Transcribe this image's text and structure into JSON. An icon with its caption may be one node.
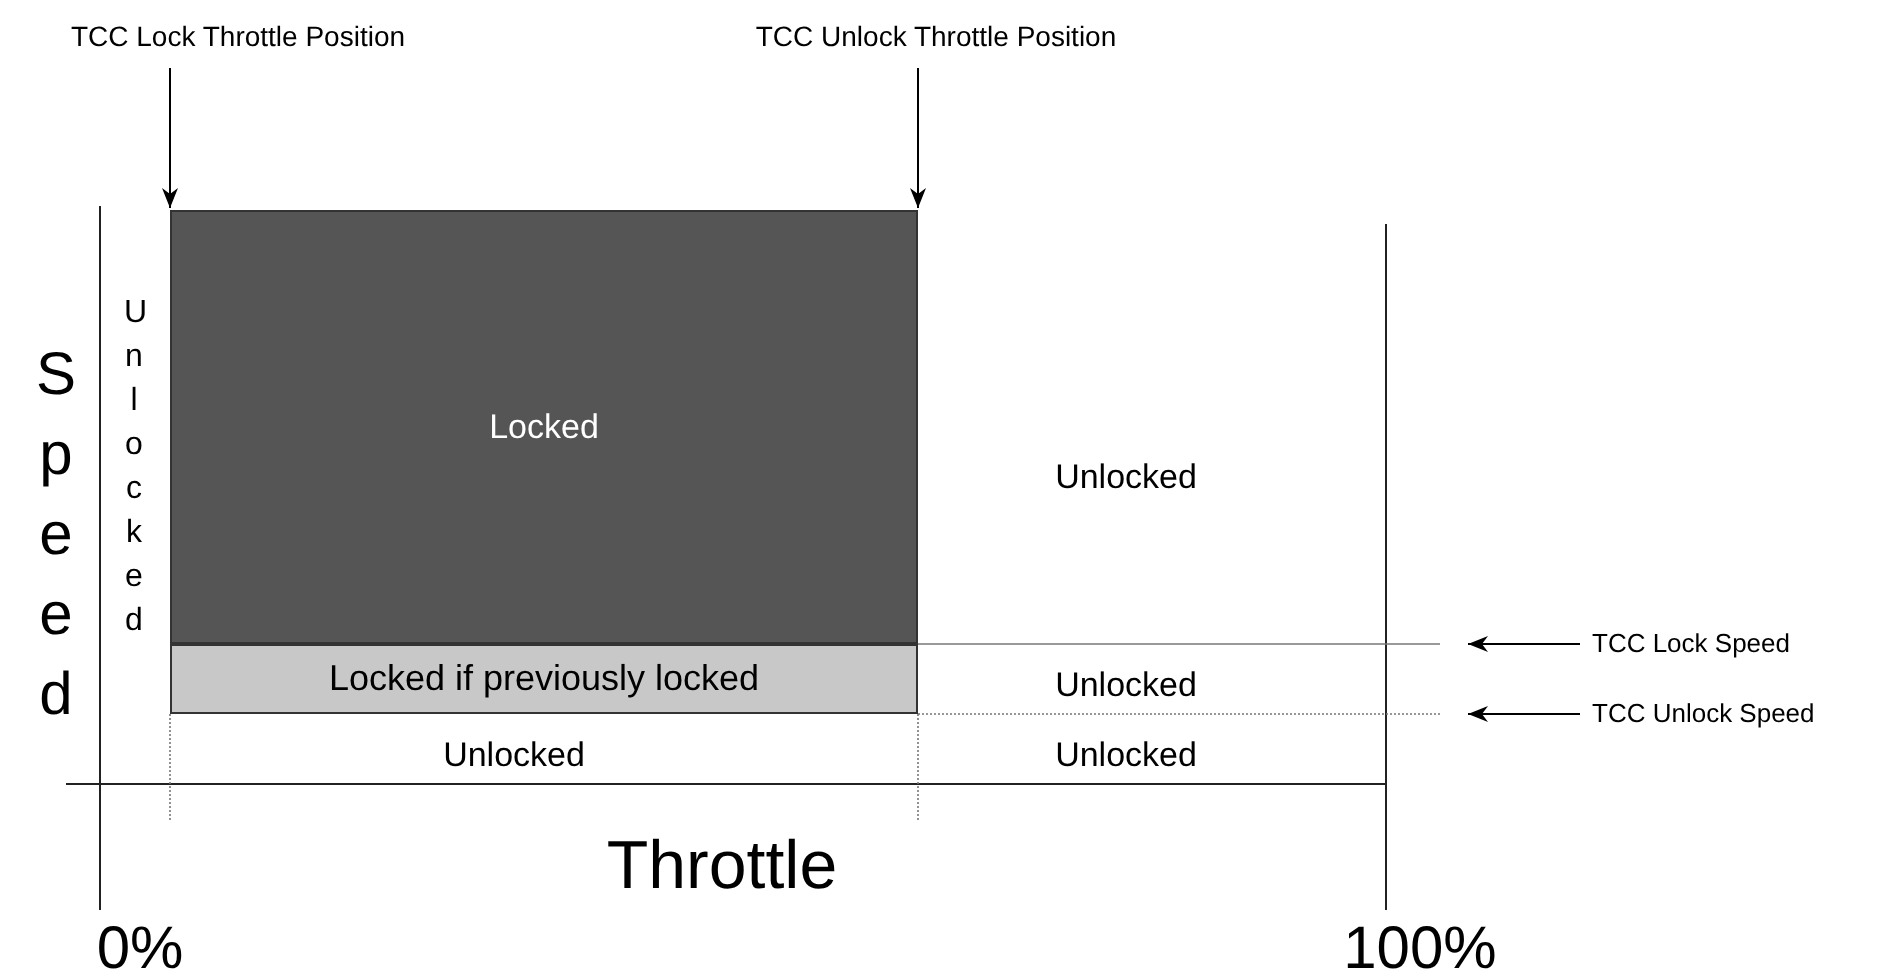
{
  "diagram": {
    "nodes": [
      {
        "text": [
          "TCC Lock Throttle Position"
        ]
      },
      {
        "text": [
          "TCC Unlock Throttle Position"
        ]
      },
      {
        "text": [
          "Locked"
        ]
      },
      {
        "text": [
          "Locked if previously locked"
        ]
      },
      {
        "text": [
          "TCC Lock Speed"
        ]
      },
      {
        "text": [
          "TCC Unlock Speed"
        ]
      }
    ],
    "edges": [
      {
        "from": 0,
        "to": 2,
        "arrow": "to"
      },
      {
        "from": 1,
        "to": 2,
        "arrow": "to"
      },
      {
        "from": 4,
        "to": null,
        "arrow": "to"
      },
      {
        "from": 5,
        "to": null,
        "arrow": "to"
      }
    ],
    "labels": [
      "Speed",
      "Unlocked",
      "Unlocked",
      "Unlocked",
      "Unlocked",
      "Unlocked",
      "Throttle",
      "0%",
      "100%"
    ]
  }
}
